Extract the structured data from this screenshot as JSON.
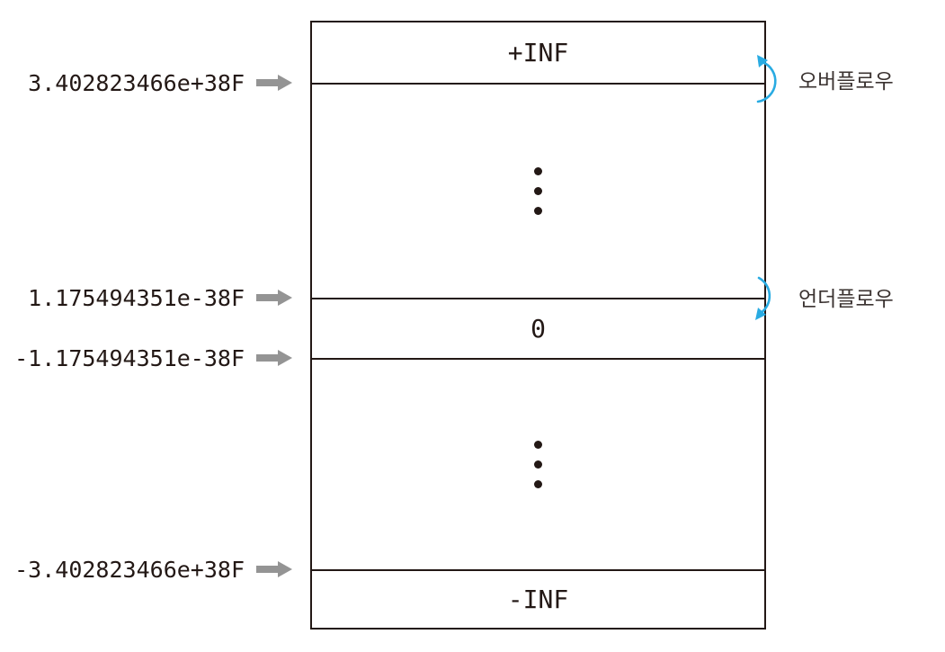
{
  "diagram": {
    "title_semantic": "float value range with overflow and underflow",
    "colors": {
      "ink": "#231815",
      "accent_blue": "#29abe2",
      "arrow_gray": "#949494",
      "background": "#ffffff"
    },
    "box": {
      "top_band": "+INF",
      "zero_band": "0",
      "bottom_band": "-INF"
    },
    "left_labels": [
      {
        "text": "3.402823466e+38F"
      },
      {
        "text": "1.175494351e-38F"
      },
      {
        "text": "-1.175494351e-38F"
      },
      {
        "text": "-3.402823466e+38F"
      }
    ],
    "annotations": [
      {
        "text": "오버플로우"
      },
      {
        "text": "언더플로우"
      }
    ]
  }
}
